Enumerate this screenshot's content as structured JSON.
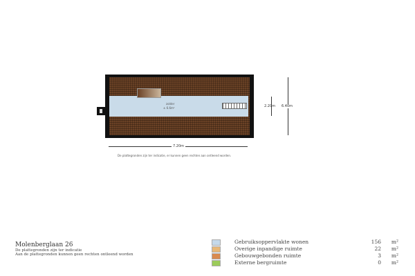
{
  "floorplan": {
    "room_name": "zolder",
    "room_area": "± 6.6m²",
    "dim_width": "7.20m",
    "dim_inner_height": "2.20m",
    "dim_depth": "6.40m",
    "disclaimer_small": "De plattegronden zijn ter indicatie, er kunnen geen rechten aan ontleend worden."
  },
  "footer": {
    "title": "Molenberglaan 26",
    "line1": "De plattegronden zijn ter indicatie",
    "line2": "Aan de plattegronden kunnen geen rechten ontleend worden"
  },
  "legend": [
    {
      "label": "Gebruiksoppervlakte wonen",
      "value": "156",
      "unit": "m²",
      "color": "#c5d9ea"
    },
    {
      "label": "Overige inpandige ruimte",
      "value": "22",
      "unit": "m²",
      "color": "#e8b877"
    },
    {
      "label": "Gebouwgebonden ruimte",
      "value": "3",
      "unit": "m²",
      "color": "#d98a4f"
    },
    {
      "label": "Externe bergruimte",
      "value": "0",
      "unit": "m²",
      "color": "#9ccc5a"
    }
  ]
}
